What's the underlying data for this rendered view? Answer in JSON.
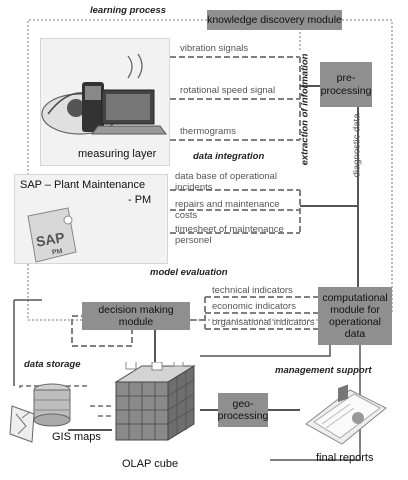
{
  "labels": {
    "learning_process": "learning process",
    "data_integration": "data integration",
    "extraction_of_information": "extraction of information",
    "diagnostic_data": "diagnostic data",
    "model_evaluation": "model evaluation",
    "data_storage": "data storage",
    "management_support": "management support"
  },
  "nodes": {
    "knowledge_discovery": "knowledge discovery module",
    "pre_processing": "pre-processing",
    "computational_module": "computational module for operational data",
    "decision_making": "decision making module",
    "geo_processing": "geo-processing"
  },
  "measuring": {
    "caption": "measuring layer",
    "signals": [
      "vibration signals",
      "rotational speed signal",
      "thermograms"
    ]
  },
  "sap": {
    "title_line1": "SAP – Plant Maintenance",
    "title_line2": "- PM",
    "logo_text": "SAP",
    "logo_sub": "PM",
    "items": [
      [
        "data base of operational",
        "incidents"
      ],
      [
        "repairs and maintenance",
        "costs"
      ],
      [
        "timesheet of maintenance",
        "personel"
      ]
    ]
  },
  "indicators": [
    "technical indicators",
    "economic indicators",
    "organisational indicators"
  ],
  "captions": {
    "gis_maps": "GIS maps",
    "olap_cube": "OLAP cube",
    "final_reports": "final reports"
  },
  "colors": {
    "module_fill": "#8f8f8f",
    "line": "#555555",
    "dashed_line": "#808080",
    "dotted_line": "#a6a6a6",
    "panel": "#f2f2f2"
  }
}
